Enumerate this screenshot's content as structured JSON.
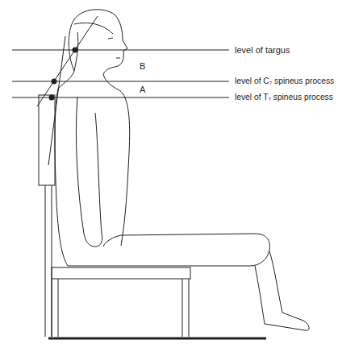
{
  "diagram": {
    "labels": [
      "level of targus",
      "B",
      "level of C₇ spineus process",
      "A",
      "level of T₇ spineus process"
    ]
  }
}
